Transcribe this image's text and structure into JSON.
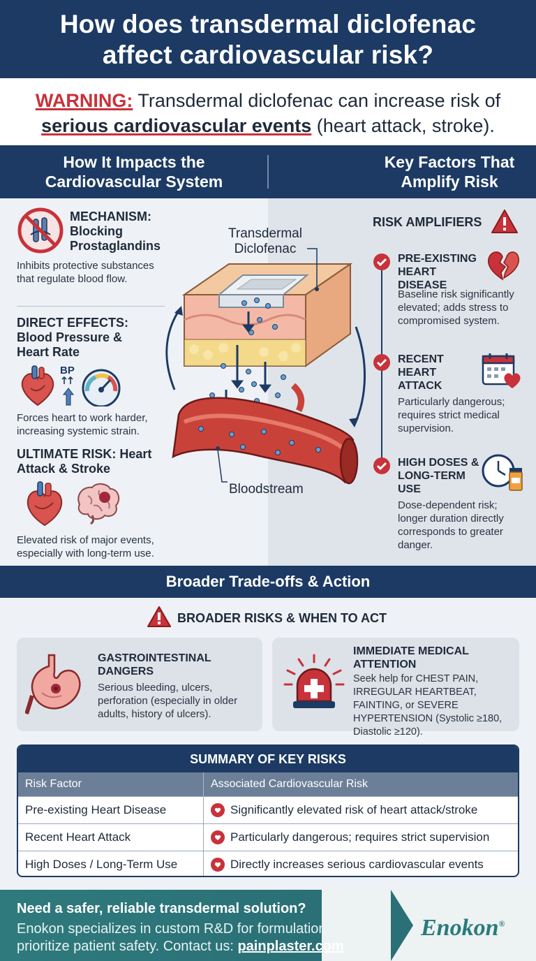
{
  "title": "How does transdermal diclofenac affect cardiovascular risk?",
  "warning": {
    "label": "WARNING:",
    "text1": " Transdermal diclofenac can increase risk of",
    "emphasis": "serious cardiovascular events",
    "text2": " (heart attack, stroke)."
  },
  "left_col": {
    "header": "How It Impacts the Cardiovascular System",
    "mechanism": {
      "heading": "MECHANISM: Blocking Prostaglandins",
      "text": "Inhibits protective substances that regulate blood flow."
    },
    "direct": {
      "heading": "DIRECT EFFECTS: Blood Pressure & Heart Rate",
      "bp_label": "BP",
      "text": "Forces heart to work harder, increasing systemic strain."
    },
    "ultimate": {
      "heading": "ULTIMATE RISK: Heart Attack & Stroke",
      "text": "Elevated risk of major events, especially with long-term use."
    }
  },
  "diagram": {
    "patch_label": "Transdermal Diclofenac",
    "blood_label": "Bloodstream"
  },
  "right_col": {
    "header": "Key Factors That Amplify Risk",
    "amplifiers_title": "RISK AMPLIFIERS",
    "items": [
      {
        "heading": "PRE-EXISTING HEART DISEASE",
        "text": "Baseline risk significantly elevated; adds stress to compromised system."
      },
      {
        "heading": "RECENT HEART ATTACK",
        "text": "Particularly dangerous; requires strict medical supervision."
      },
      {
        "heading": "HIGH DOSES & LONG-TERM USE",
        "text": "Dose-dependent risk; longer duration directly corresponds to greater danger."
      }
    ]
  },
  "tradeoffs": {
    "header": "Broader Trade-offs & Action",
    "subheader": "BROADER RISKS & WHEN TO ACT",
    "gi": {
      "heading": "GASTROINTESTINAL DANGERS",
      "text": "Serious bleeding, ulcers, perforation (especially in older adults, history of ulcers)."
    },
    "attention": {
      "heading": "IMMEDIATE MEDICAL ATTENTION",
      "text": "Seek help for CHEST PAIN, IRREGULAR HEARTBEAT, FAINTING, or SEVERE HYPERTENSION (Systolic ≥180, Diastolic ≥120)."
    }
  },
  "summary": {
    "title": "SUMMARY OF KEY RISKS",
    "columns": [
      "Risk Factor",
      "Associated Cardiovascular Risk"
    ],
    "rows": [
      [
        "Pre-existing Heart Disease",
        "Significantly elevated risk of heart attack/stroke"
      ],
      [
        "Recent Heart Attack",
        "Particularly dangerous; requires strict supervision"
      ],
      [
        "High Doses / Long-Term Use",
        "Directly increases serious cardiovascular events"
      ]
    ]
  },
  "footer": {
    "question": "Need a safer, reliable transdermal solution?",
    "text": "Enokon specializes in custom R&D for formulations that prioritize patient safety. Contact us: ",
    "link": "painplaster.com",
    "brand": "Enokon",
    "brand_mark": "®"
  },
  "colors": {
    "navy": "#1c3a63",
    "red": "#c8323a",
    "teal": "#2a7076",
    "panel": "#dfe4ea"
  }
}
